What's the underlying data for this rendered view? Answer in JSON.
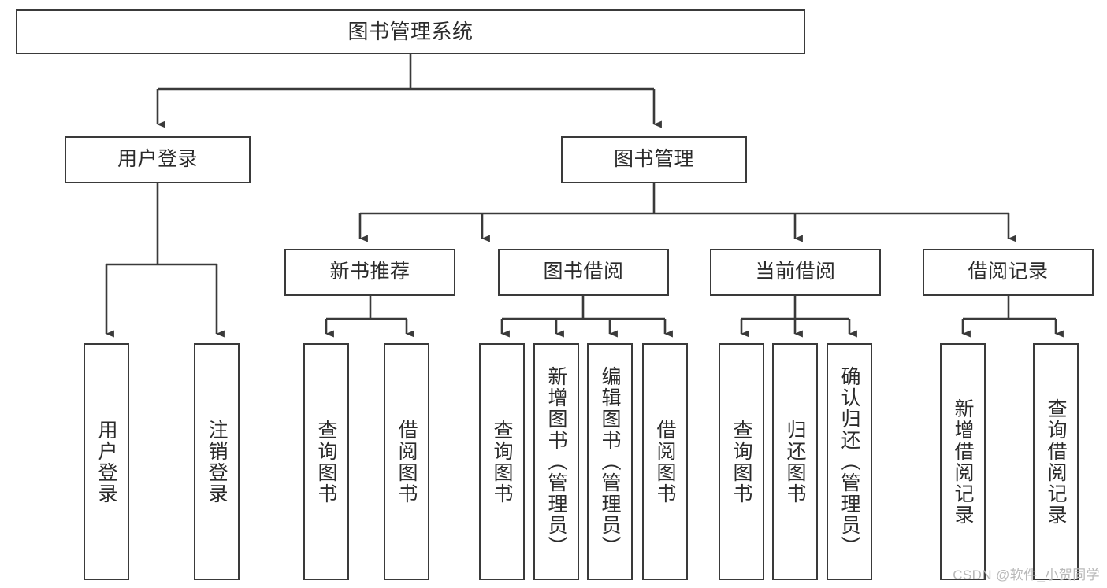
{
  "diagram": {
    "title": "图书管理系统",
    "type": "tree",
    "watermark": "CSDN @软件_小贺同学",
    "colors": {
      "stroke": "#3a3a3a",
      "fill": "#ffffff",
      "text": "#2b2b2b",
      "watermark": "#b9b9b9"
    },
    "root": {
      "id": "root",
      "label": "图书管理系统"
    },
    "level2": [
      {
        "id": "user-login",
        "label": "用户登录"
      },
      {
        "id": "book-manage",
        "label": "图书管理"
      }
    ],
    "level3": [
      {
        "id": "new-book-rec",
        "label": "新书推荐",
        "parent": "book-manage"
      },
      {
        "id": "book-borrow",
        "label": "图书借阅",
        "parent": "book-manage"
      },
      {
        "id": "current-borrow",
        "label": "当前借阅",
        "parent": "book-manage"
      },
      {
        "id": "borrow-record",
        "label": "借阅记录",
        "parent": "book-manage"
      }
    ],
    "leaves": [
      {
        "id": "leaf-user-login",
        "label": "用户登录",
        "parent": "user-login"
      },
      {
        "id": "leaf-user-logout",
        "label": "注销登录",
        "parent": "user-login"
      },
      {
        "id": "leaf-query-book-1",
        "label": "查询图书",
        "parent": "new-book-rec"
      },
      {
        "id": "leaf-borrow-book-1",
        "label": "借阅图书",
        "parent": "new-book-rec"
      },
      {
        "id": "leaf-query-book-2",
        "label": "查询图书",
        "parent": "book-borrow"
      },
      {
        "id": "leaf-add-book",
        "label": "新增图书（管理员）",
        "parent": "book-borrow"
      },
      {
        "id": "leaf-edit-book",
        "label": "编辑图书（管理员）",
        "parent": "book-borrow"
      },
      {
        "id": "leaf-borrow-book-2",
        "label": "借阅图书",
        "parent": "book-borrow"
      },
      {
        "id": "leaf-query-book-3",
        "label": "查询图书",
        "parent": "current-borrow"
      },
      {
        "id": "leaf-return-book",
        "label": "归还图书",
        "parent": "current-borrow"
      },
      {
        "id": "leaf-confirm-return",
        "label": "确认归还（管理员）",
        "parent": "current-borrow"
      },
      {
        "id": "leaf-add-record",
        "label": "新增借阅记录",
        "parent": "borrow-record"
      },
      {
        "id": "leaf-query-record",
        "label": "查询借阅记录",
        "parent": "borrow-record"
      }
    ]
  }
}
